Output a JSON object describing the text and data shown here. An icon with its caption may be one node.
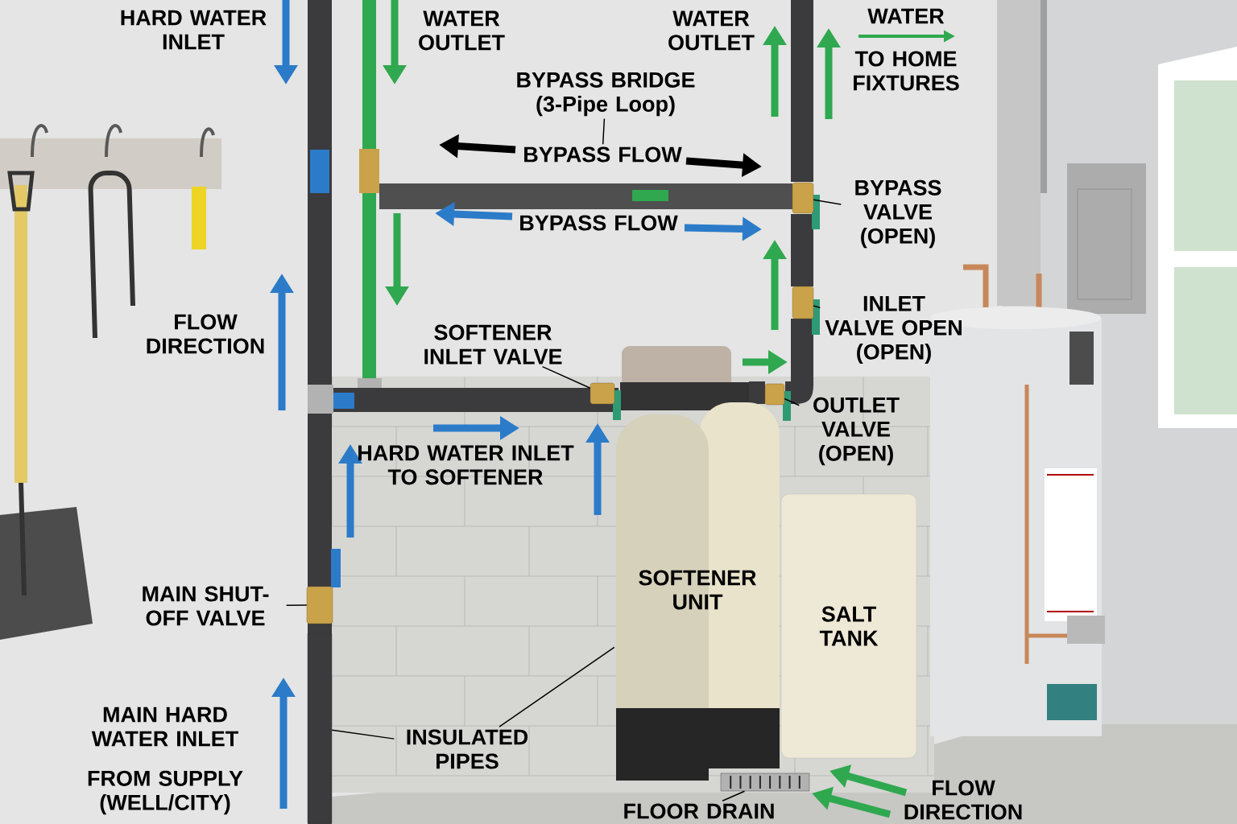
{
  "diagram": {
    "nodes": [
      {
        "text": [
          "BYPASS BRIDGE (3-Pipe Loop)"
        ]
      },
      {
        "text": [
          "BYPASS FLOW"
        ]
      },
      {
        "text": [
          "BYPASS VALVE (OPEN)"
        ]
      },
      {
        "text": [],
        "shape": "valve"
      },
      {
        "text": [
          "SOFTENER INLET VALVE"
        ]
      },
      {
        "text": [
          "INLET VALVE OPEN (OPEN)"
        ]
      },
      {
        "text": [],
        "shape": "valve"
      },
      {
        "text": [],
        "shape": "valve"
      },
      {
        "text": [
          "OUTLET VALVE (OPEN)"
        ]
      },
      {
        "text": [],
        "shape": "valve"
      },
      {
        "text": [
          "MAIN SHUT-OFF VALVE"
        ]
      },
      {
        "text": [],
        "shape": "valve"
      },
      {
        "text": [
          "SOFTENER UNIT"
        ]
      },
      {
        "text": [
          "SALT TANK"
        ]
      },
      {
        "text": [],
        "shape": "pipe"
      },
      {
        "text": [
          "INSULATED PIPES"
        ]
      },
      {
        "text": [
          "FLOOR DRAIN"
        ]
      },
      {
        "text": [],
        "shape": "grate"
      }
    ],
    "edges": [
      {
        "from": 0,
        "to": 1,
        "arrow": "none"
      },
      {
        "from": 2,
        "to": 3,
        "arrow": "none"
      },
      {
        "from": 4,
        "to": 6,
        "arrow": "none"
      },
      {
        "from": 5,
        "to": 7,
        "arrow": "none"
      },
      {
        "from": 8,
        "to": 9,
        "arrow": "none"
      },
      {
        "from": 10,
        "to": 11,
        "arrow": "none"
      },
      {
        "from": 15,
        "to": 14,
        "arrow": "none"
      },
      {
        "from": 15,
        "to": 12,
        "arrow": "none"
      },
      {
        "from": 16,
        "to": 17,
        "arrow": "none"
      }
    ],
    "labels": [
      "HARD WATER INLET",
      "WATER OUTLET",
      "WATER OUTLET",
      "WATER",
      "TO HOME FIXTURES",
      "BYPASS FLOW",
      "FLOW DIRECTION",
      "HARD WATER INLET TO SOFTENER",
      "MAIN HARD WATER INLET",
      "FROM SUPPLY (WELL/CITY)",
      "FLOW DIRECTION"
    ]
  }
}
